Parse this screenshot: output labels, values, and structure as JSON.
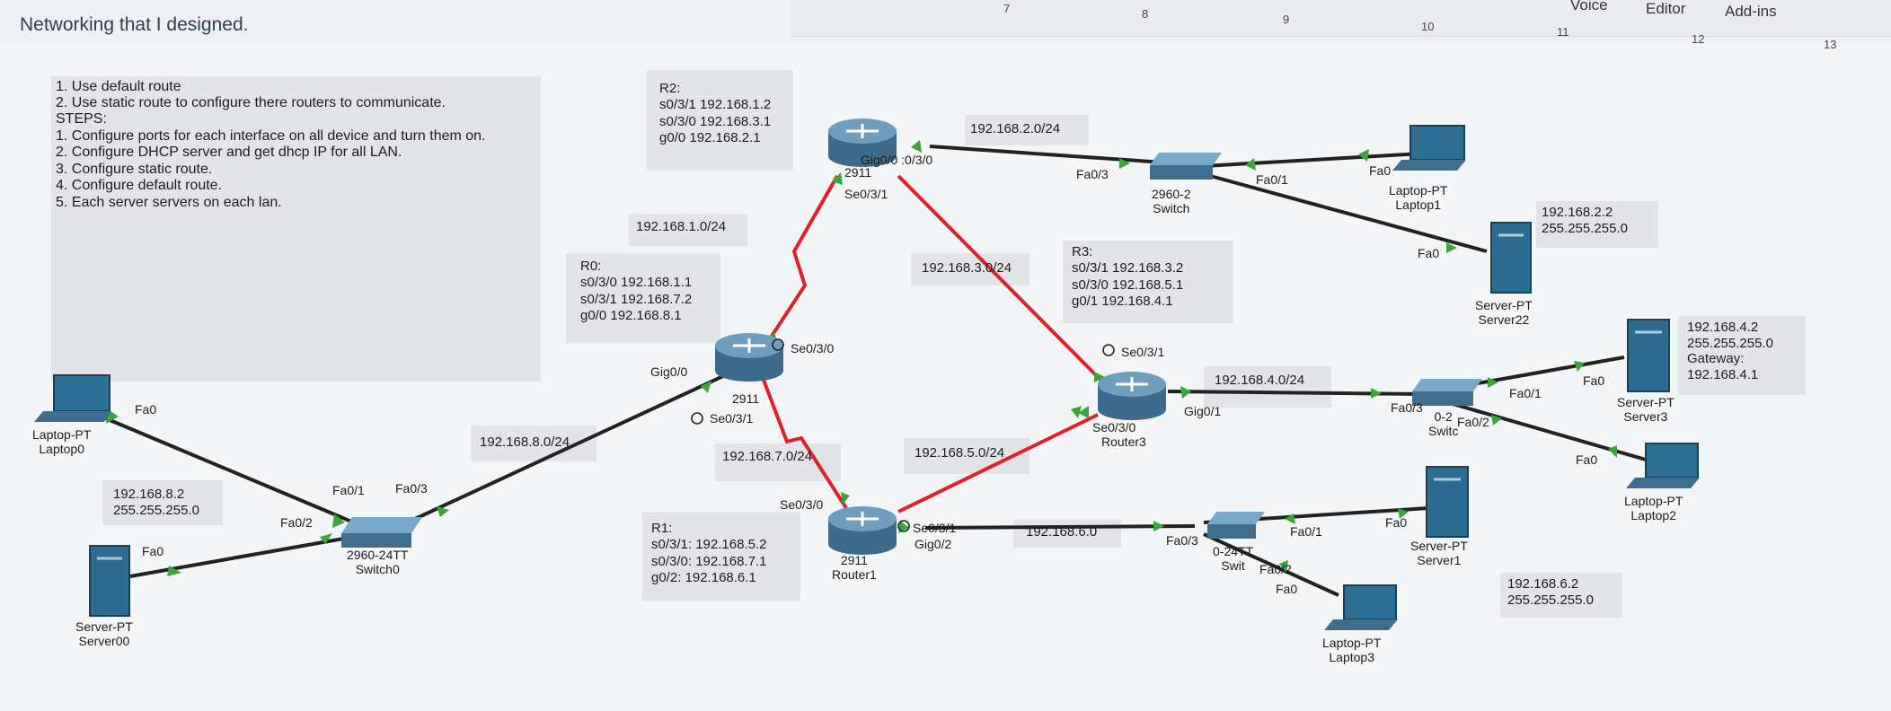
{
  "doc_title": "Networking that I designed.",
  "window": {
    "menu": [
      "Voice",
      "Editor",
      "Add-ins"
    ],
    "ruler": [
      "7",
      "8",
      "9",
      "10",
      "11",
      "12",
      "13"
    ]
  },
  "notes": [
    "1. Use default route",
    "2. Use static route to configure there routers to communicate.",
    "STEPS:",
    "1. Configure ports for each interface on all device and turn them on.",
    "2. Configure DHCP server and get dhcp IP for all LAN.",
    "3. Configure static route.",
    "4. Configure default route.",
    "5. Each server servers on each lan."
  ],
  "routers": {
    "r0": {
      "name": "R0:",
      "lines": [
        "s0/3/0 192.168.1.1",
        "s0/3/1 192.168.7.2",
        "g0/0 192.168.8.1"
      ]
    },
    "r1": {
      "name": "R1:",
      "lines": [
        "s0/3/1: 192.168.5.2",
        "s0/3/0: 192.168.7.1",
        "g0/2: 192.168.6.1"
      ]
    },
    "r2": {
      "name": "R2:",
      "lines": [
        "s0/3/1 192.168.1.2",
        "s0/3/0 192.168.3.1",
        "g0/0 192.168.2.1"
      ]
    },
    "r3": {
      "name": "R3:",
      "lines": [
        "s0/3/1  192.168.3.2",
        "s0/3/0  192.168.5.1",
        "g0/1     192.168.4.1"
      ]
    }
  },
  "networks": {
    "n1": "192.168.1.0/24",
    "n2": "192.168.2.0/24",
    "n3": "192.168.3.0/24",
    "n4": "192.168.4.0/24",
    "n5": "192.168.5.0/24",
    "n6": "192.168.6.0",
    "n7": "192.168.7.0/24",
    "n8": "192.168.8.0/24"
  },
  "hosts": {
    "h82": [
      "192.168.8.2",
      "255.255.255.0"
    ],
    "h22": [
      "192.168.2.2",
      "255.255.255.0"
    ],
    "h42": [
      "192.168.4.2",
      "255.255.255.0",
      "Gateway:",
      "192.168.4.1"
    ],
    "h62": [
      "192.168.6.2",
      "255.255.255.0"
    ]
  },
  "devices": {
    "laptop0": [
      "Laptop-PT",
      "Laptop0"
    ],
    "server00": [
      "Server-PT",
      "Server00"
    ],
    "switch0": [
      "2960-24TT",
      "Switch0"
    ],
    "r0": "2911",
    "r2": "2911",
    "r1": [
      "2911",
      "Router1"
    ],
    "r3": "Router3",
    "switchtop": [
      "2960-2",
      "Switch"
    ],
    "laptop1": [
      "Laptop-PT",
      "Laptop1"
    ],
    "server22": [
      "Server-PT",
      "Server22"
    ],
    "switchright": [
      "0-2",
      "Switc"
    ],
    "server3": [
      "Server-PT",
      "Server3"
    ],
    "laptop2": [
      "Laptop-PT",
      "Laptop2"
    ],
    "switchbottom": [
      "0-24TT",
      "Swit"
    ],
    "server1": [
      "Server-PT",
      "Server1"
    ],
    "laptop3": [
      "Laptop-PT",
      "Laptop3"
    ]
  },
  "ports": {
    "fa0": "Fa0",
    "fa01": "Fa0/1",
    "fa02": "Fa0/2",
    "fa03": "Fa0/3",
    "gig00": "Gig0/0",
    "gig01": "Gig0/1",
    "gig02": "Gig0/2",
    "se030": "Se0/3/0",
    "se031": "Se0/3/1",
    "gig00s": "Gig0/0 :0/3/0"
  },
  "colors": {
    "serial": "#e0202a",
    "ethernet": "#222222",
    "link_ok": "#3aa63a",
    "note_bg": "#e3e4e8",
    "router": "#5b87a6"
  }
}
